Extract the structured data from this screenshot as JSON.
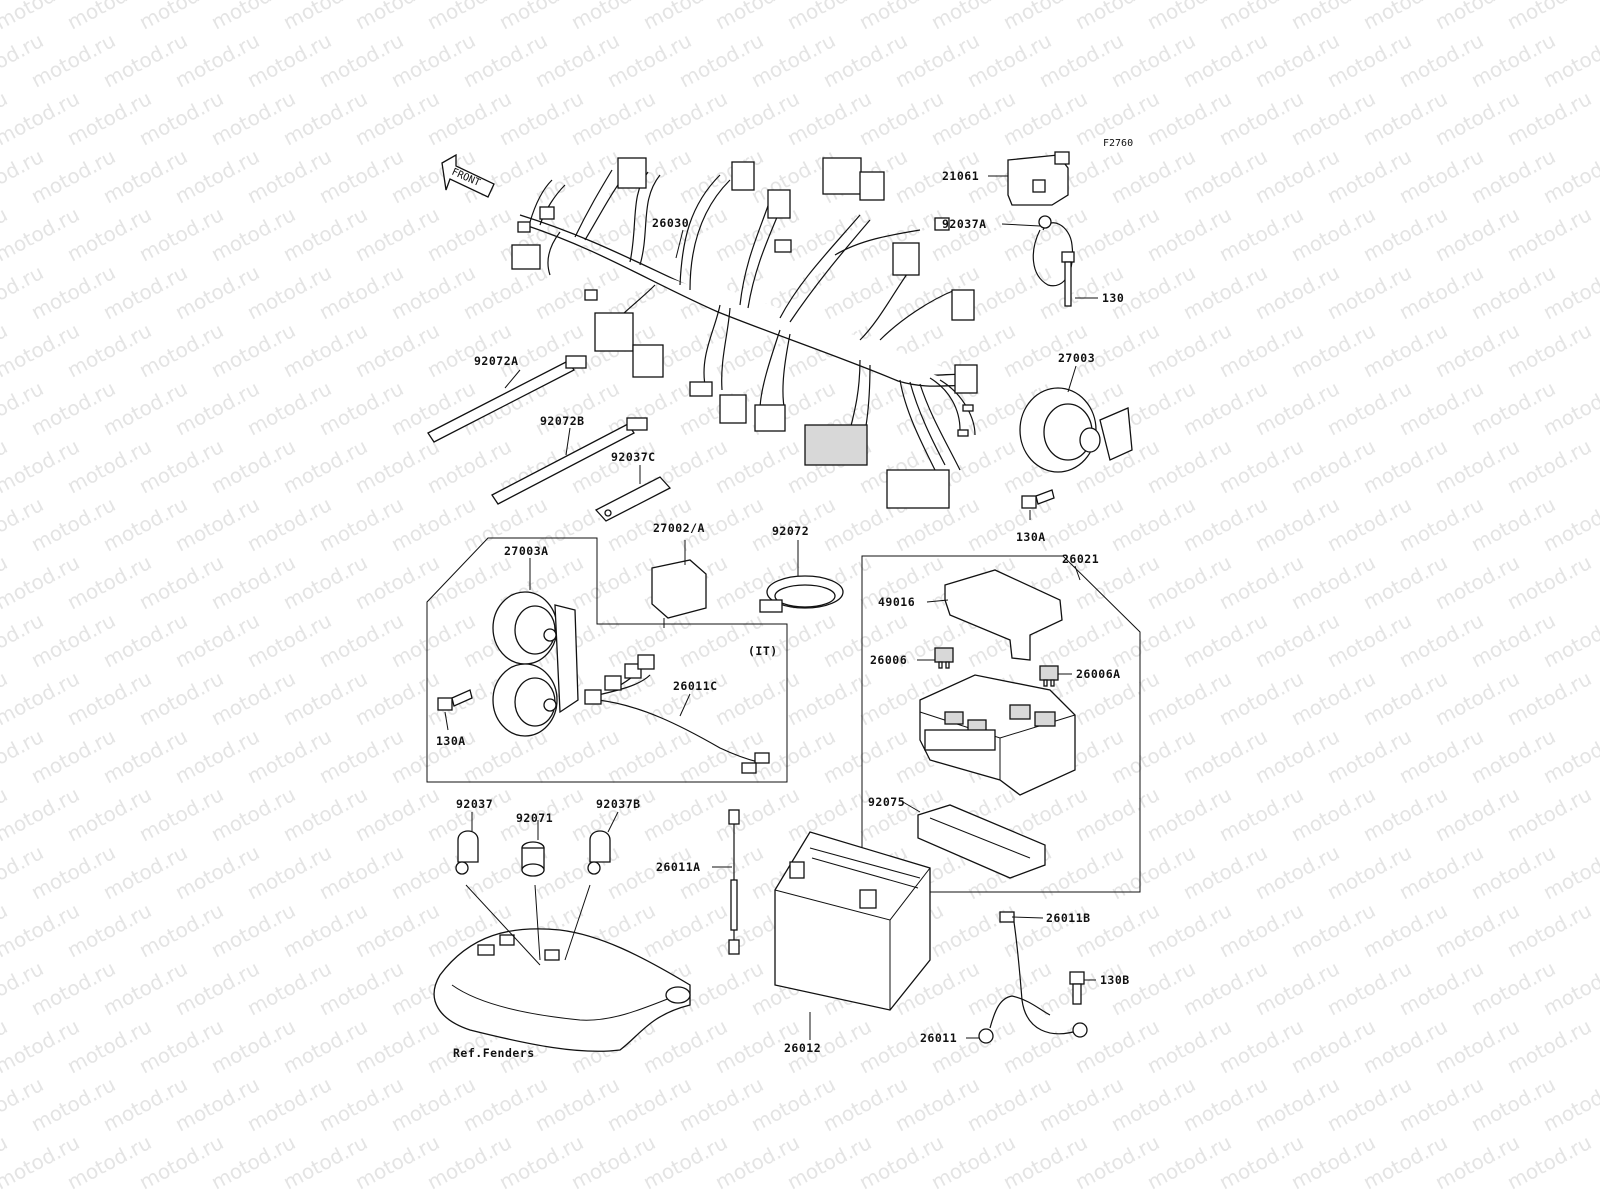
{
  "diagram": {
    "ref_code": "F2760",
    "front_marker": "FRONT",
    "watermark_text": "motod.ru",
    "labels": {
      "p21061": "21061",
      "p92037A": "92037A",
      "p130": "130",
      "p26030": "26030",
      "p92072A": "92072A",
      "p92072B": "92072B",
      "p92037C": "92037C",
      "p27003": "27003",
      "p130A_top": "130A",
      "p27002A": "27002/A",
      "p92072": "92072",
      "p26021": "26021",
      "p49016": "49016",
      "p26006": "26006",
      "p26006A": "26006A",
      "p92075": "92075",
      "p27003A": "27003A",
      "pIT": "(IT)",
      "p26011C": "26011C",
      "p130A_box": "130A",
      "p92037": "92037",
      "p92071": "92071",
      "p92037B": "92037B",
      "p26011A": "26011A",
      "p26011B": "26011B",
      "p130B": "130B",
      "p26012": "26012",
      "p26011": "26011",
      "refFenders": "Ref.Fenders"
    }
  }
}
